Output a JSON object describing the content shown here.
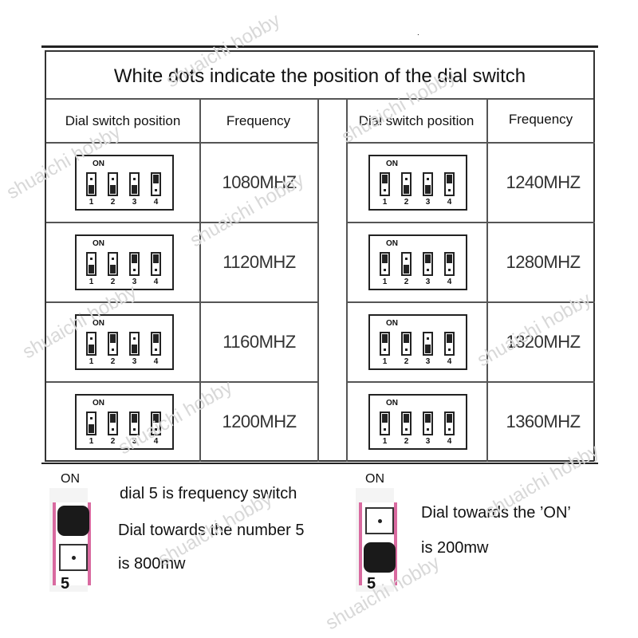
{
  "title": "White dots indicate the position of the dial switch",
  "headers": {
    "position": "Dial switch position",
    "frequency": "Frequency"
  },
  "on_label": "ON",
  "numbers": [
    "1",
    "2",
    "3",
    "4"
  ],
  "left_rows": [
    {
      "freq": "1080MHZ",
      "dots": [
        "up",
        "up",
        "up",
        "down"
      ]
    },
    {
      "freq": "1120MHZ",
      "dots": [
        "up",
        "up",
        "down",
        "down"
      ]
    },
    {
      "freq": "1160MHZ",
      "dots": [
        "up",
        "down",
        "up",
        "down"
      ]
    },
    {
      "freq": "1200MHZ",
      "dots": [
        "up",
        "down",
        "down",
        "down"
      ]
    }
  ],
  "right_rows": [
    {
      "freq": "1240MHZ",
      "dots": [
        "down",
        "up",
        "up",
        "down"
      ]
    },
    {
      "freq": "1280MHZ",
      "dots": [
        "down",
        "up",
        "down",
        "down"
      ]
    },
    {
      "freq": "1320MHZ",
      "dots": [
        "down",
        "down",
        "up",
        "down"
      ]
    },
    {
      "freq": "1360MHZ",
      "dots": [
        "down",
        "down",
        "down",
        "down"
      ]
    }
  ],
  "legend_left": {
    "on": "ON",
    "number": "5",
    "line1": "dial 5 is frequency switch",
    "line2": "Dial towards the number 5",
    "line3": "is 800mw"
  },
  "legend_right": {
    "on": "ON",
    "number": "5",
    "line1": "Dial towards the ’ON’",
    "line2": "is 200mw"
  },
  "watermark": "shuaichi hobby",
  "colors": {
    "switch_edge": "#d96aa0",
    "knob": "#1a1a1a"
  }
}
